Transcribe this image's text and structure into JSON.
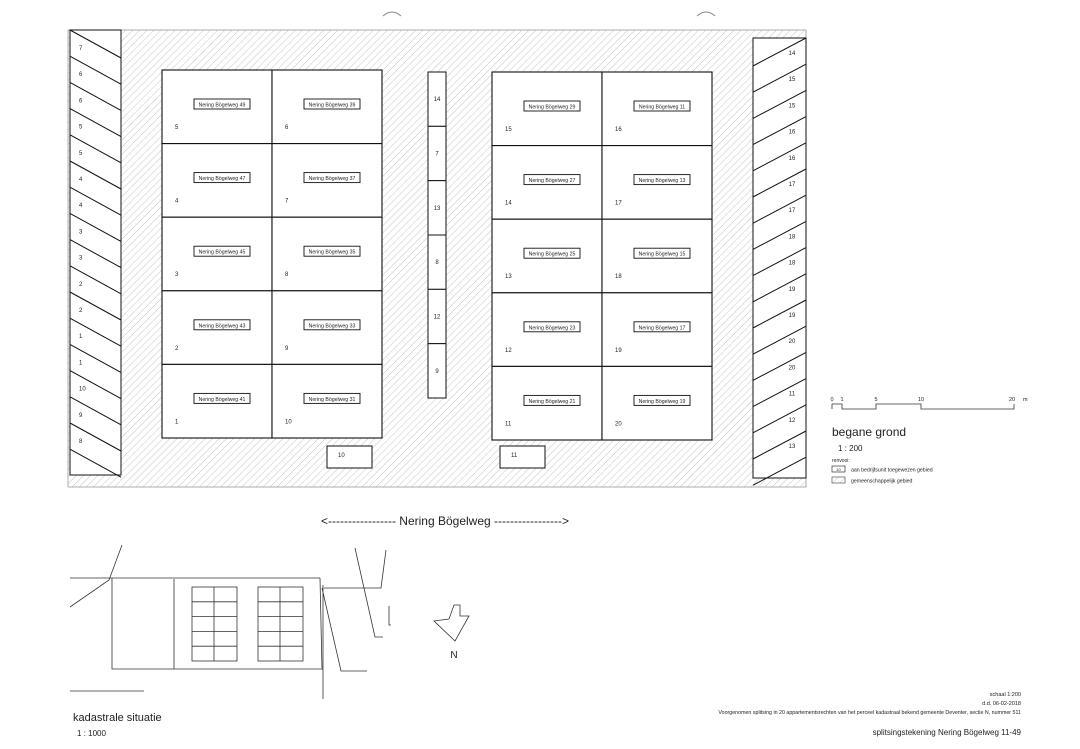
{
  "left_strip": [
    "7",
    "6",
    "6",
    "5",
    "5",
    "4",
    "4",
    "3",
    "3",
    "2",
    "2",
    "1",
    "1",
    "10",
    "9",
    "8"
  ],
  "right_strip": [
    "14",
    "15",
    "15",
    "16",
    "16",
    "17",
    "17",
    "18",
    "18",
    "19",
    "19",
    "20",
    "20",
    "11",
    "12",
    "13"
  ],
  "middle_strip": [
    "14",
    "7",
    "13",
    "8",
    "12",
    "9"
  ],
  "left_block": {
    "col1": [
      {
        "label": "Nering Bögelweg 49",
        "num": "5"
      },
      {
        "label": "Nering Bögelweg 47",
        "num": "4"
      },
      {
        "label": "Nering Bögelweg 45",
        "num": "3"
      },
      {
        "label": "Nering Bögelweg 43",
        "num": "2"
      },
      {
        "label": "Nering Bögelweg 41",
        "num": "1"
      }
    ],
    "col2": [
      {
        "label": "Nering Bögelweg 39",
        "num": "6"
      },
      {
        "label": "Nering Bögelweg 37",
        "num": "7"
      },
      {
        "label": "Nering Bögelweg 35",
        "num": "8"
      },
      {
        "label": "Nering Bögelweg 33",
        "num": "9"
      },
      {
        "label": "Nering Bögelweg 31",
        "num": "10"
      }
    ]
  },
  "right_block": {
    "col1": [
      {
        "label": "Nering Bögelweg 29",
        "num": "15"
      },
      {
        "label": "Nering Bögelweg 27",
        "num": "14"
      },
      {
        "label": "Nering Bögelweg 25",
        "num": "13"
      },
      {
        "label": "Nering Bögelweg 23",
        "num": "12"
      },
      {
        "label": "Nering Bögelweg 21",
        "num": "11"
      }
    ],
    "col2": [
      {
        "label": "Nering Bögelweg 11",
        "num": "16"
      },
      {
        "label": "Nering Bögelweg 13",
        "num": "17"
      },
      {
        "label": "Nering Bögelweg 15",
        "num": "18"
      },
      {
        "label": "Nering Bögelweg 17",
        "num": "19"
      },
      {
        "label": "Nering Bögelweg 19",
        "num": "20"
      }
    ]
  },
  "storage_boxes": [
    "10",
    "11"
  ],
  "street_label": "<----------------- Nering Bögelweg ----------------->",
  "scale_bar": {
    "ticks": [
      "0",
      "1",
      "5",
      "10",
      "20"
    ],
    "unit": "m"
  },
  "floor_title": "begane grond",
  "floor_scale": "1 : 200",
  "legend": {
    "title": "renvooi:",
    "items": [
      {
        "swatch": "10",
        "text": "aan bedrijfsunit toegewezen gebied"
      },
      {
        "swatch": "",
        "text": "gemeenschappelijk gebied"
      }
    ]
  },
  "site_plan": {
    "north": "N",
    "title": "kadastrale situatie",
    "scale": "1 : 1000"
  },
  "footer": {
    "scale": "schaal 1:200",
    "date": "d.d. 06-02-2018",
    "description": "Voorgenomen splitsing in 20 appartementsrechten van het perceel kadastraal bekend gemeente Deventer, sectie N, nummer 511",
    "title": "splitsingstekening Nering Bögelweg 11-49"
  }
}
